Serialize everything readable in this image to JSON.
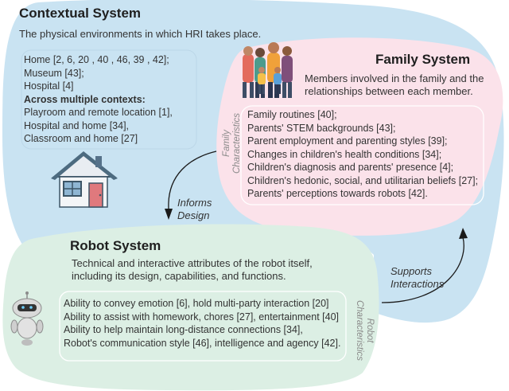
{
  "contextual": {
    "title": "Contextual System",
    "description": "The physical environments in which HRI takes place.",
    "items": [
      {
        "text": "Home [2, 6, 20 , 40 , 46, 39 , 42];",
        "bold": false
      },
      {
        "text": "Museum [43];",
        "bold": false
      },
      {
        "text": "Hospital [4]",
        "bold": false
      },
      {
        "text": "Across multiple contexts:",
        "bold": true
      },
      {
        "text": "Playroom and remote location [1],",
        "bold": false
      },
      {
        "text": "Hospital and home [34],",
        "bold": false
      },
      {
        "text": "Classroom and home [27]",
        "bold": false
      }
    ]
  },
  "family": {
    "title": "Family System",
    "description_lines": [
      "Members involved in the family and the",
      "relationships between each member."
    ],
    "items": [
      "Family routines [40];",
      "Parents' STEM backgrounds [43];",
      "Parent employment and parenting styles [39];",
      "Changes in children's health conditions [34];",
      "Children's diagnosis and parents' presence [4];",
      "Children's hedonic, social, and utilitarian beliefs [27];",
      "Parents' perceptions towards robots [42]."
    ],
    "side_label_lines": [
      "Family",
      "Characteristics"
    ]
  },
  "robot": {
    "title": "Robot System",
    "description_lines": [
      "Technical and interactive attributes of the robot itself,",
      "including its design, capabilities, and functions."
    ],
    "items": [
      "Ability to convey emotion [6], hold multi-party interaction [20]",
      "Ability to assist with homework, chores [27], entertainment [40]",
      "Ability to help maintain long-distance connections [34],",
      "Robot's communication style [46], intelligence and agency [42]."
    ],
    "side_label_lines": [
      "Robot",
      "Characteristics"
    ]
  },
  "arrows": {
    "informs_lines": [
      "Informs",
      "Design"
    ],
    "supports_lines": [
      "Supports",
      "Interactions"
    ]
  },
  "colors": {
    "contextual_bg": "#c9e3f2",
    "family_bg": "#fbe2ea",
    "robot_bg": "#dcefe4"
  }
}
